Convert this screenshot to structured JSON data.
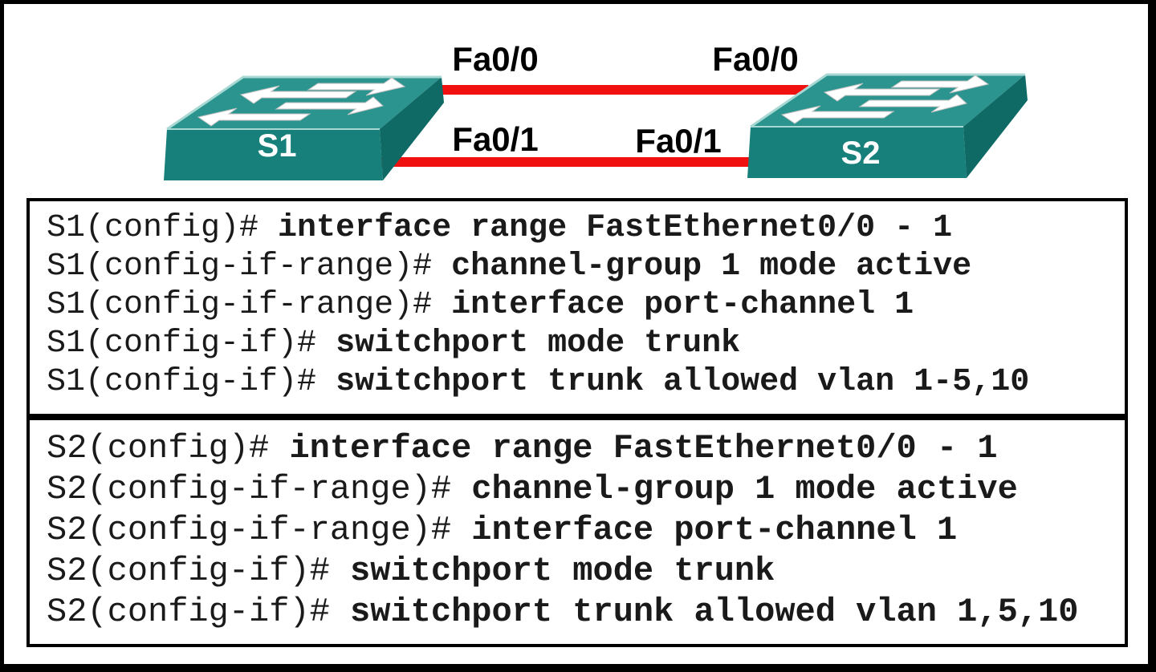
{
  "diagram": {
    "switches": [
      {
        "label": "S1"
      },
      {
        "label": "S2"
      }
    ],
    "links": [
      {
        "name": "link-fa0-0",
        "left_label": "Fa0/0",
        "right_label": "Fa0/0"
      },
      {
        "name": "link-fa0-1",
        "left_label": "Fa0/1",
        "right_label": "Fa0/1"
      }
    ],
    "colors": {
      "link": "#f01010",
      "switch_top": "#2b948e",
      "switch_front": "#17807a",
      "switch_side": "#0f6a66",
      "switch_highlight": "#a8d8d3",
      "arrow": "#ffffff"
    }
  },
  "config_blocks": [
    {
      "device": "S1",
      "lines": [
        {
          "prompt": "S1(config)#",
          "command": "interface range FastEthernet0/0 - 1"
        },
        {
          "prompt": "S1(config-if-range)#",
          "command": "channel-group 1 mode active"
        },
        {
          "prompt": "S1(config-if-range)#",
          "command": "interface port-channel 1"
        },
        {
          "prompt": "S1(config-if)#",
          "command": "switchport mode trunk"
        },
        {
          "prompt": "S1(config-if)#",
          "command": "switchport trunk allowed vlan 1-5,10"
        }
      ]
    },
    {
      "device": "S2",
      "lines": [
        {
          "prompt": "S2(config)#",
          "command": "interface range FastEthernet0/0 - 1"
        },
        {
          "prompt": "S2(config-if-range)#",
          "command": "channel-group 1 mode active"
        },
        {
          "prompt": "S2(config-if-range)#",
          "command": "interface port-channel 1"
        },
        {
          "prompt": "S2(config-if)#",
          "command": "switchport mode trunk"
        },
        {
          "prompt": "S2(config-if)#",
          "command": "switchport trunk allowed vlan 1,5,10"
        }
      ]
    }
  ]
}
